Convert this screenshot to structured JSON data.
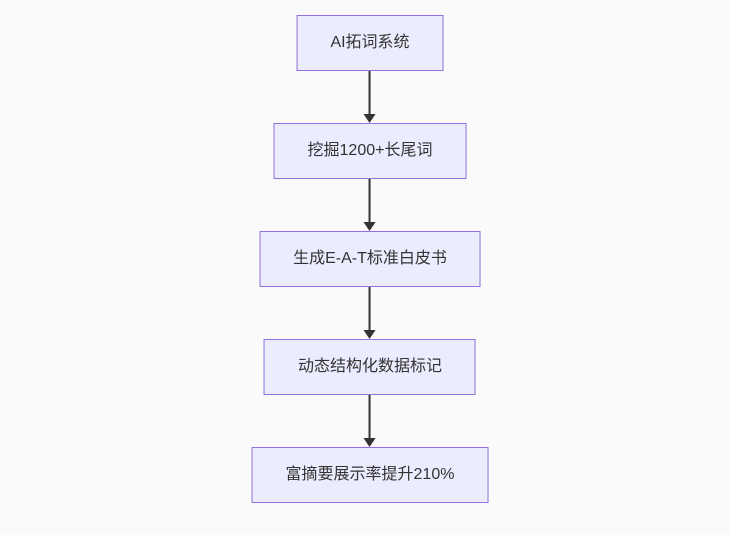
{
  "diagram": {
    "type": "flowchart",
    "direction": "top-down",
    "nodes": [
      {
        "id": "A",
        "label": "AI拓词系统"
      },
      {
        "id": "B",
        "label": "挖掘1200+长尾词"
      },
      {
        "id": "C",
        "label": "生成E-A-T标准白皮书"
      },
      {
        "id": "D",
        "label": "动态结构化数据标记"
      },
      {
        "id": "E",
        "label": "富摘要展示率提升210%"
      }
    ],
    "edges": [
      {
        "from": "A",
        "to": "B"
      },
      {
        "from": "B",
        "to": "C"
      },
      {
        "from": "C",
        "to": "D"
      },
      {
        "from": "D",
        "to": "E"
      }
    ],
    "colors": {
      "background": "#fafafa",
      "node_fill": "#ececff",
      "node_border": "#9370db",
      "node_text": "#333333",
      "arrow": "#333333"
    }
  }
}
